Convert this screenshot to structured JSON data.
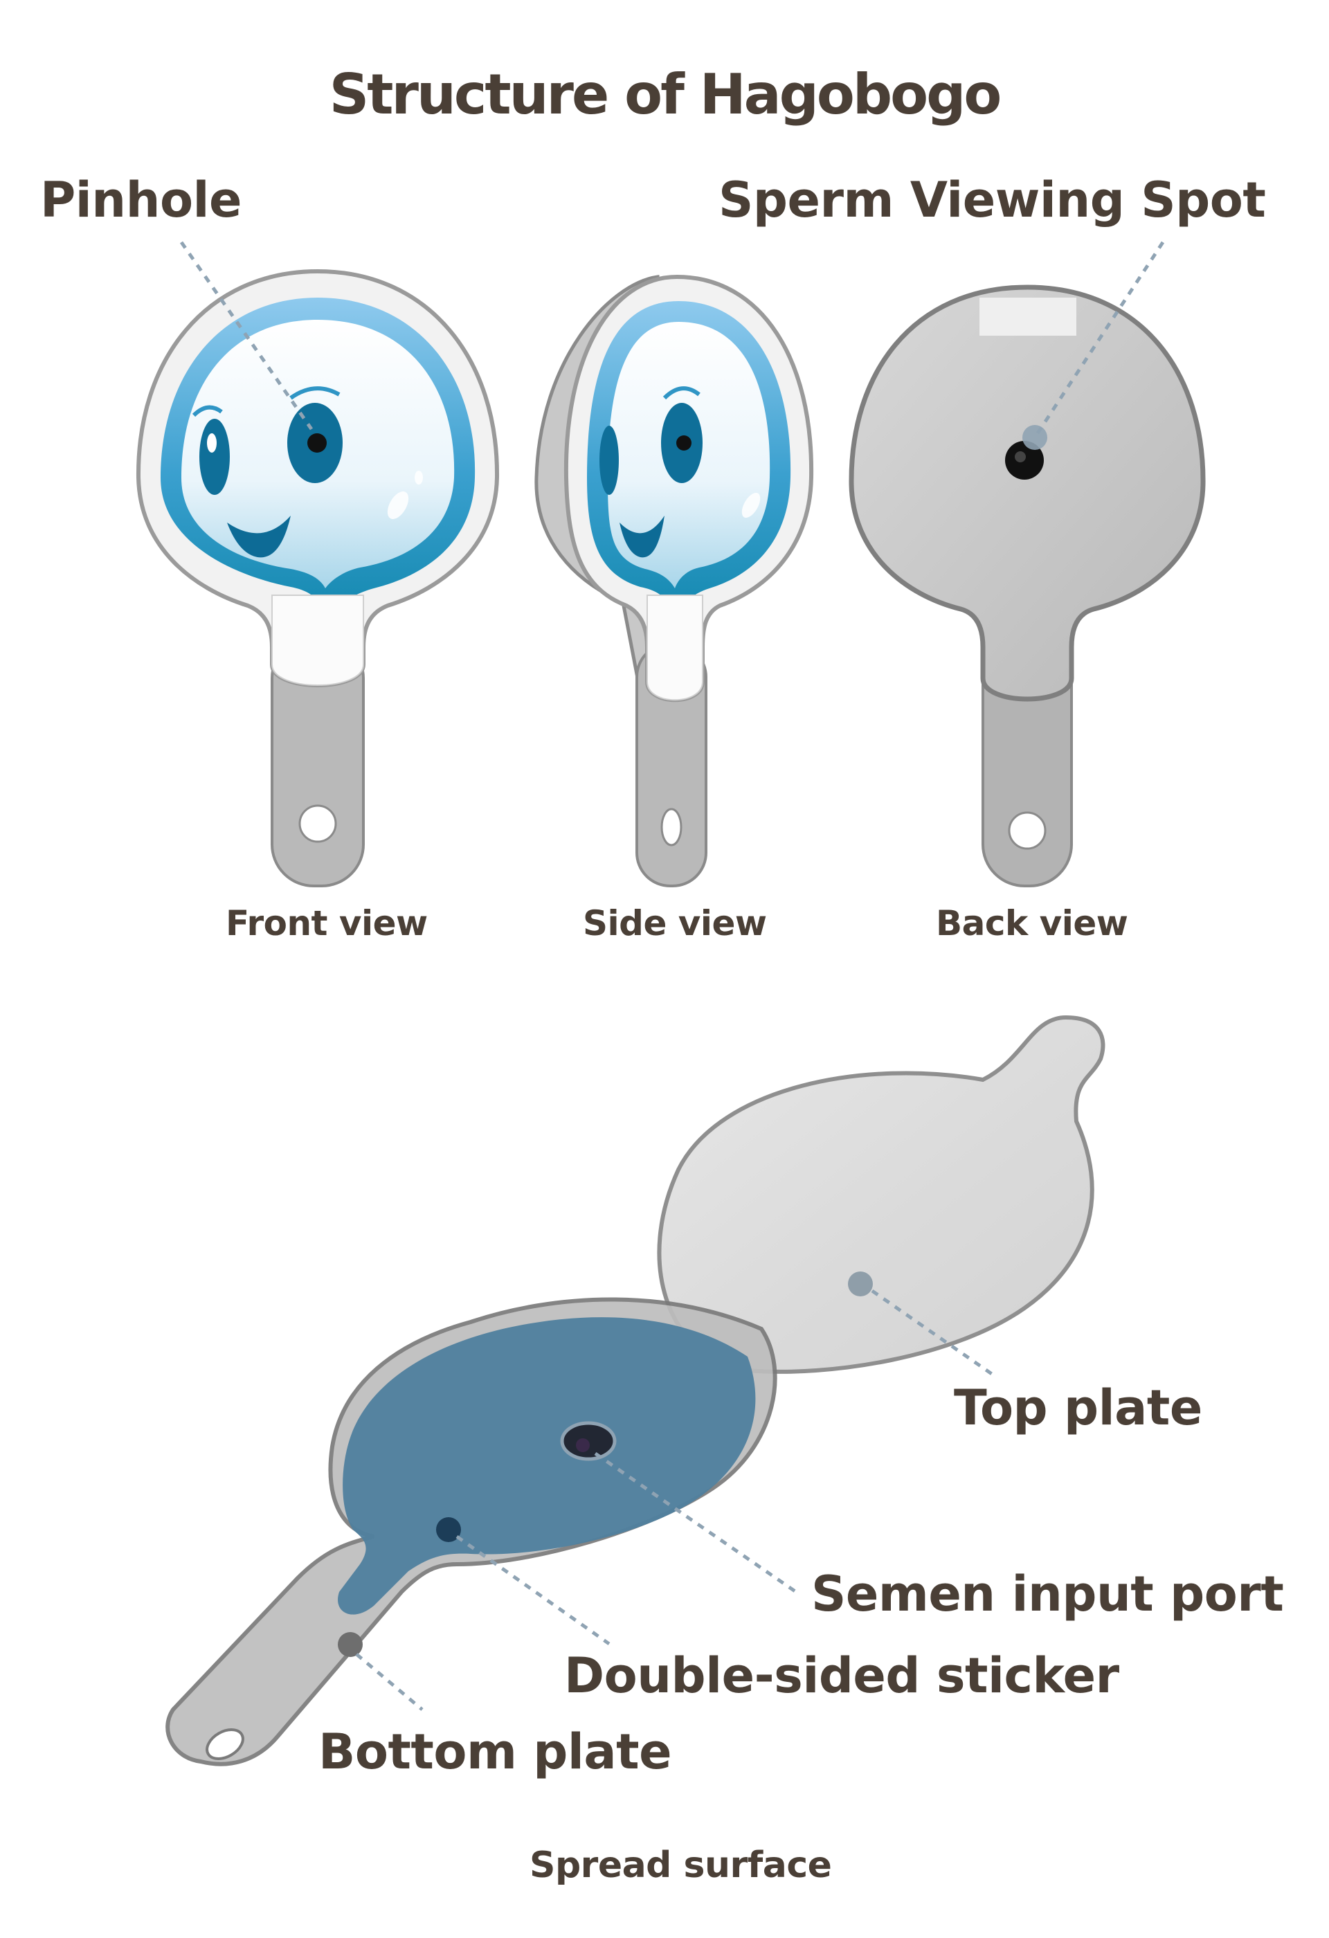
{
  "title": "Structure of Hagobogo",
  "callouts": {
    "pinhole": "Pinhole",
    "sperm_viewing_spot": "Sperm Viewing Spot",
    "top_plate": "Top plate",
    "semen_input_port": "Semen input port",
    "double_sided_sticker": "Double-sided sticker",
    "bottom_plate": "Bottom plate"
  },
  "views": {
    "front": "Front view",
    "side": "Side view",
    "back": "Back view"
  },
  "spread_caption": "Spread surface",
  "colors": {
    "text": "#4a3f36",
    "plate_gray": "#9a9a9a",
    "sticker_blue": "#4f7f9e",
    "character_blue": "#2f95c5",
    "leader_line": "#8fa3b3"
  },
  "icons": [
    "character-face-icon",
    "pinhole-dot-icon",
    "viewing-spot-icon",
    "input-port-icon"
  ]
}
